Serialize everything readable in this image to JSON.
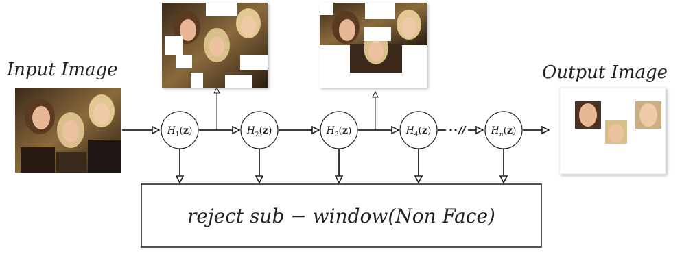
{
  "labels": {
    "input_image": "Input Image",
    "output_image": "Output Image",
    "reject_box": "reject sub − window(Non Face)"
  },
  "stages": [
    {
      "sub": "1"
    },
    {
      "sub": "2"
    },
    {
      "sub": "3"
    },
    {
      "sub": "4"
    },
    {
      "sub": "n"
    }
  ],
  "stage_symbol": "H",
  "stage_argument": "z",
  "colors": {
    "stroke": "#222222",
    "background": "#ffffff",
    "photo_dark": "#2a221c",
    "photo_warm": "#8a6a3c",
    "skin": "#e8b896",
    "hair_blonde": "#d9c08a",
    "hair_brown": "#5a3a22"
  }
}
